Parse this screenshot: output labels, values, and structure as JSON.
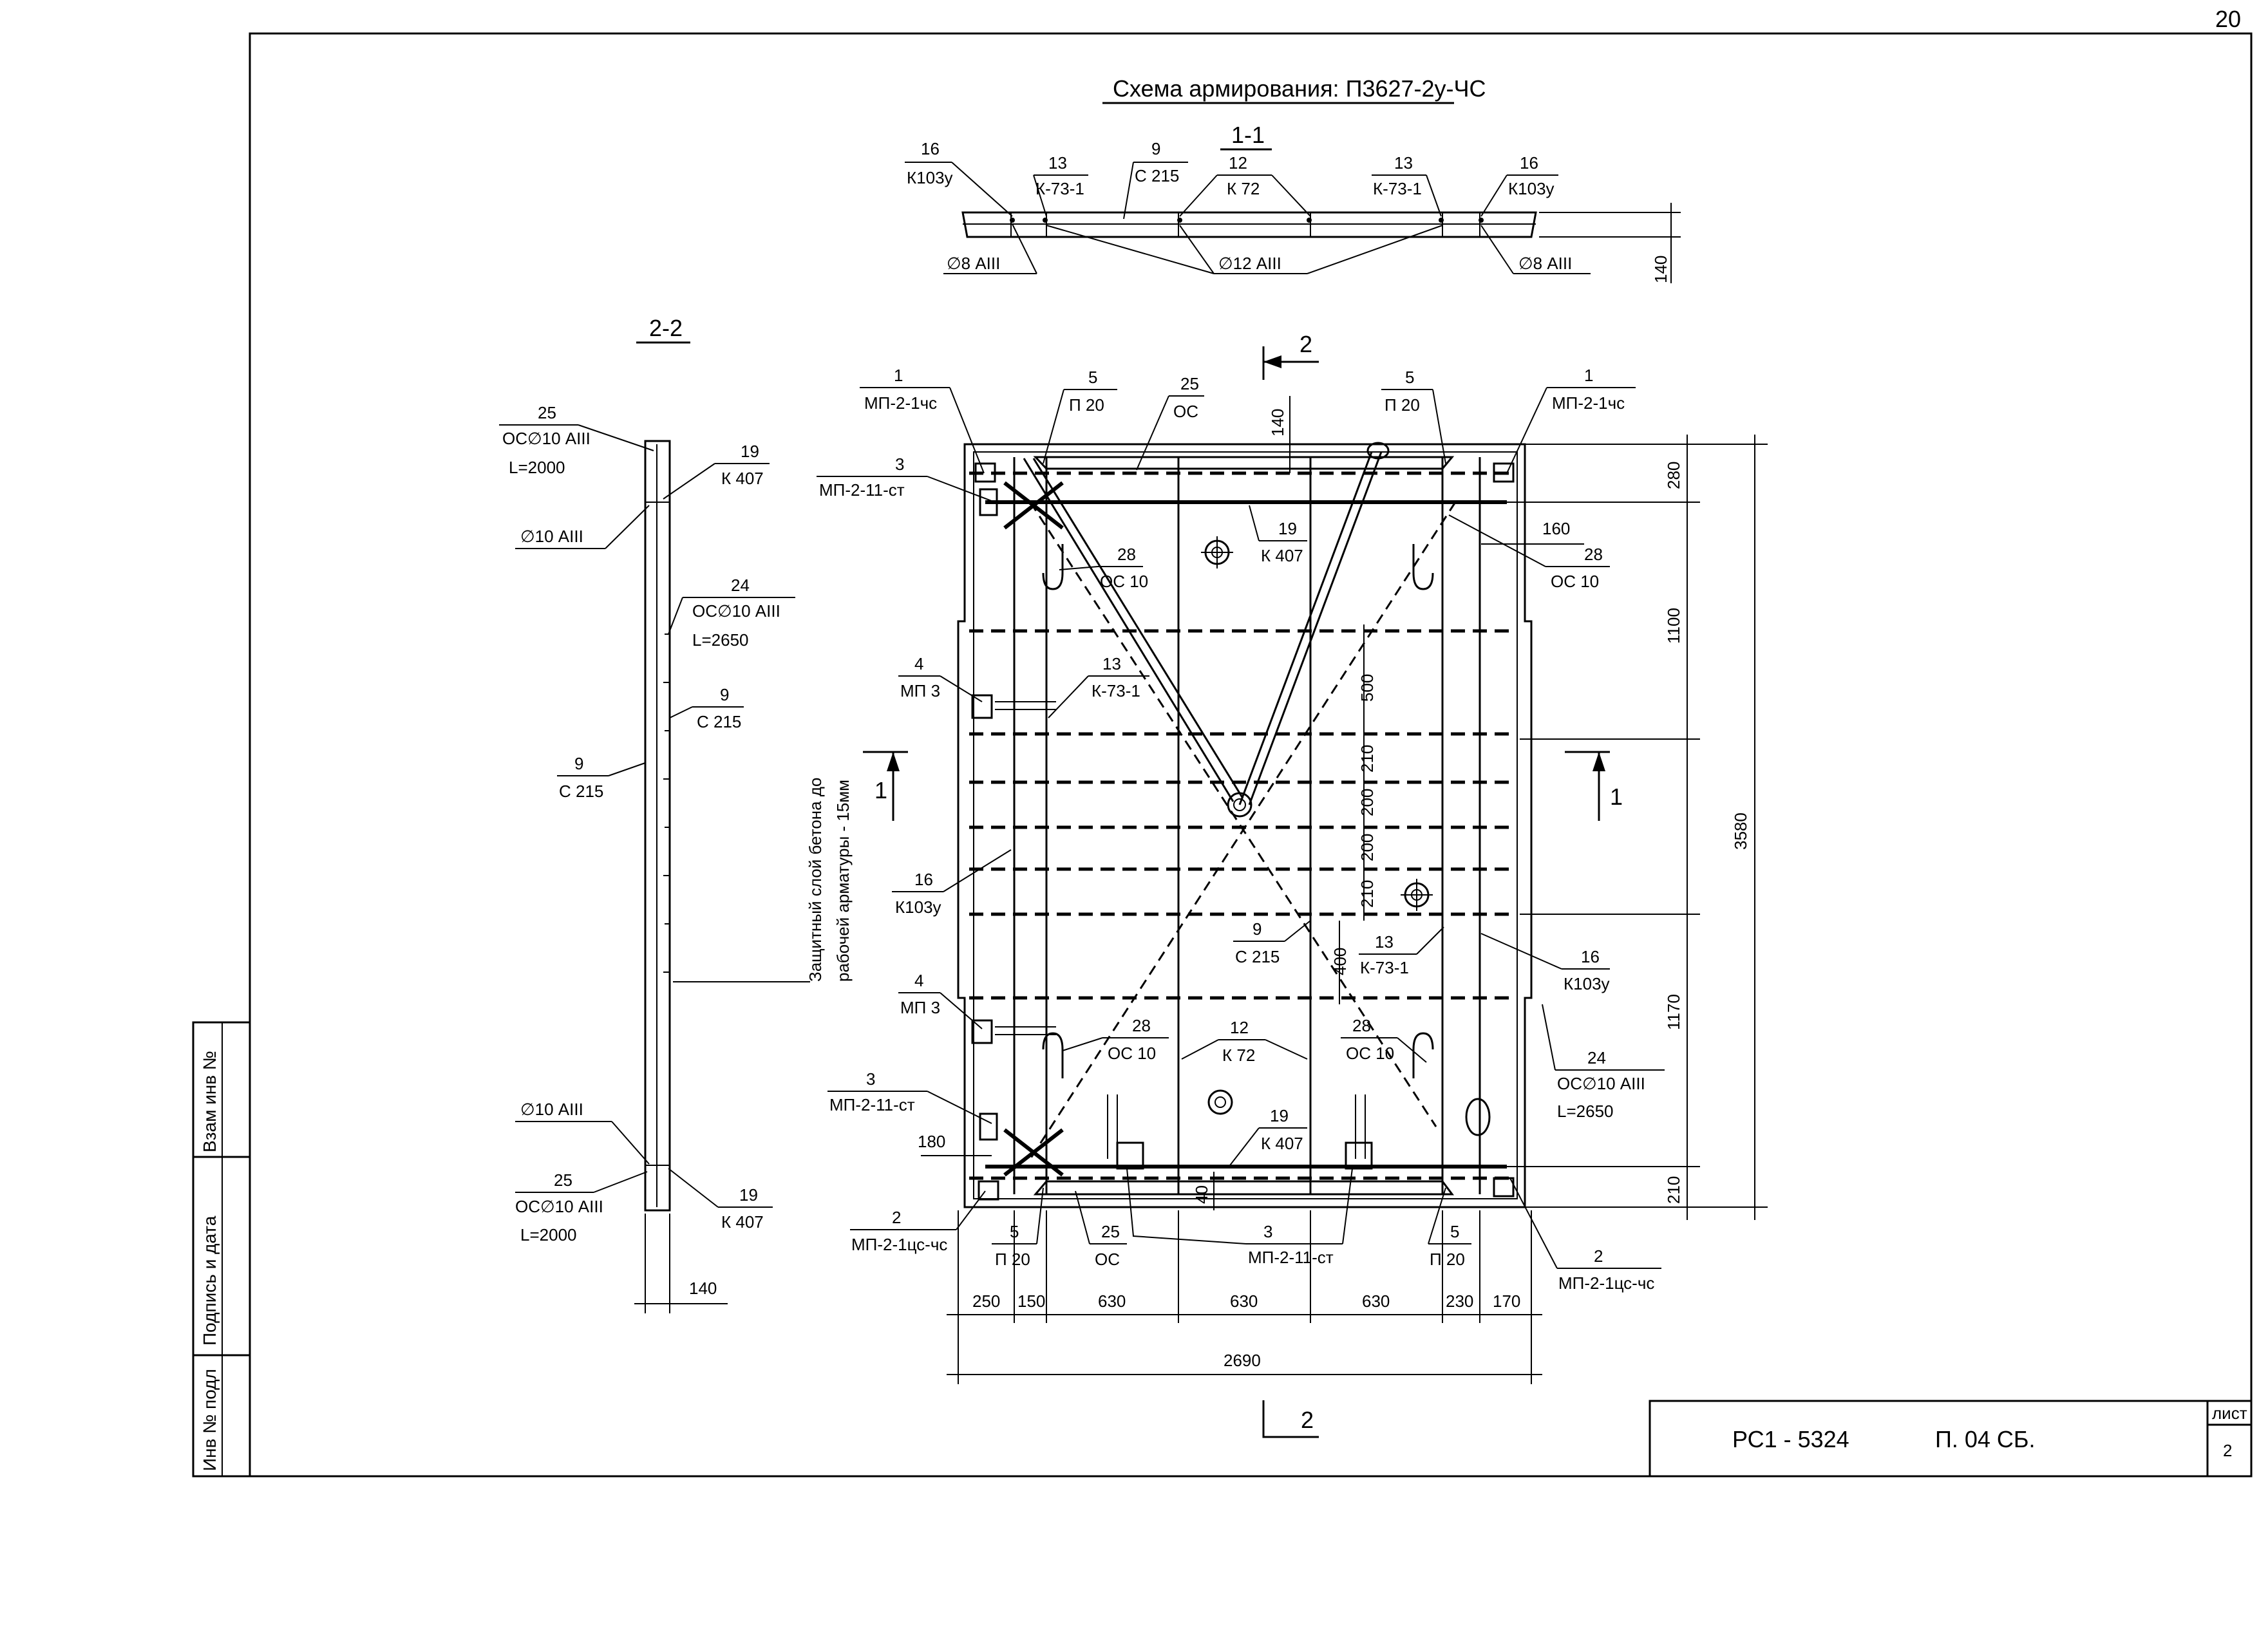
{
  "page_number_handwritten": "20",
  "title": "Схема армирования: П3627-2у-ЧС",
  "sections": {
    "s11": "1-1",
    "s22": "2-2",
    "cut1": "1",
    "cut2": "2"
  },
  "section11": {
    "labels": [
      {
        "num": "16",
        "code": "К103у"
      },
      {
        "num": "13",
        "code": "К-73-1"
      },
      {
        "num": "9",
        "code": "С 215"
      },
      {
        "num": "12",
        "code": "К 72"
      },
      {
        "num": "13",
        "code": "К-73-1"
      },
      {
        "num": "16",
        "code": "К103у"
      }
    ],
    "bars_left": "∅8 АIII",
    "bars_mid": "∅12 АIII",
    "bars_right": "∅8 АIII",
    "thickness": "140"
  },
  "section22": {
    "top_oc": {
      "num": "25",
      "code": "ОС∅10 АIII",
      "len": "L=2000"
    },
    "top_k": {
      "num": "19",
      "code": "К 407"
    },
    "bar_top": "∅10 АIII",
    "mid_oc": {
      "num": "24",
      "code": "ОС∅10 АIII",
      "len": "L=2650"
    },
    "c215_right": {
      "num": "9",
      "code": "С 215"
    },
    "c215_left": {
      "num": "9",
      "code": "С 215"
    },
    "bar_bottom": "∅10 АIII",
    "bot_oc": {
      "num": "25",
      "code": "ОС∅10 АIII",
      "len": "L=2000"
    },
    "bot_k": {
      "num": "19",
      "code": "К 407"
    },
    "width": "140",
    "cover_note_1": "Защитный слой бетона до",
    "cover_note_2": "рабочей  арматуры - 15мм"
  },
  "plan": {
    "callouts": {
      "mp21cs_tl": {
        "num": "1",
        "code": "МП-2-1чс"
      },
      "p20_tl": {
        "num": "5",
        "code": "П 20"
      },
      "oc_top": {
        "num": "25",
        "code": "ОС"
      },
      "p20_tr": {
        "num": "5",
        "code": "П 20"
      },
      "mp21cs_tr": {
        "num": "1",
        "code": "МП-2-1чс"
      },
      "mp211st_tl": {
        "num": "3",
        "code": "МП-2-11-ст"
      },
      "k407_top": {
        "num": "19",
        "code": "К 407"
      },
      "oc10_tl": {
        "num": "28",
        "code": "ОС 10"
      },
      "oc10_tr": {
        "num": "28",
        "code": "ОС 10"
      },
      "mp3_top": {
        "num": "4",
        "code": "МП 3"
      },
      "k731_left": {
        "num": "13",
        "code": "К-73-1"
      },
      "k103_left": {
        "num": "16",
        "code": "К103у"
      },
      "c215_mid": {
        "num": "9",
        "code": "С 215"
      },
      "k731_right": {
        "num": "13",
        "code": "К-73-1"
      },
      "k103_right": {
        "num": "16",
        "code": "К103у"
      },
      "mp3_bot": {
        "num": "4",
        "code": "МП 3"
      },
      "oc10_bl": {
        "num": "28",
        "code": "ОС 10"
      },
      "k72_mid": {
        "num": "12",
        "code": "К 72"
      },
      "oc10_br": {
        "num": "28",
        "code": "ОС 10"
      },
      "oc_right": {
        "num": "24",
        "code": "ОС∅10 АIII",
        "len": "L=2650"
      },
      "mp211st_bl": {
        "num": "3",
        "code": "МП-2-11-ст"
      },
      "k407_bot": {
        "num": "19",
        "code": "К 407"
      },
      "mp21cs_bl": {
        "num": "2",
        "code": "МП-2-1цс-чс"
      },
      "p20_bl": {
        "num": "5",
        "code": "П 20"
      },
      "oc_bot": {
        "num": "25",
        "code": "ОС"
      },
      "mp211st_bot": {
        "num": "3",
        "code": "МП-2-11-ст"
      },
      "p20_br": {
        "num": "5",
        "code": "П 20"
      },
      "mp21cs_br": {
        "num": "2",
        "code": "МП-2-1цс-чс"
      }
    },
    "dim_140_top": "140",
    "dim_160": "160",
    "dim_180": "180",
    "dim_40": "40",
    "dim_400": "400",
    "vert_dims_inner": [
      "500",
      "210",
      "200",
      "200",
      "210"
    ],
    "right_dims": [
      "280",
      "1100",
      "1170",
      "210"
    ],
    "total_height": "3580",
    "bottom_dims": [
      "250",
      "150",
      "630",
      "630",
      "630",
      "230",
      "170"
    ],
    "total_width": "2690"
  },
  "side_stamp": [
    "Взам инв №",
    "Подпись и дата",
    "Инв № подл"
  ],
  "title_block": {
    "doc_code": "РС1 - 5324",
    "doc_part": "П.  04 СБ.",
    "sheet_label": "лист",
    "sheet_num": "2"
  }
}
